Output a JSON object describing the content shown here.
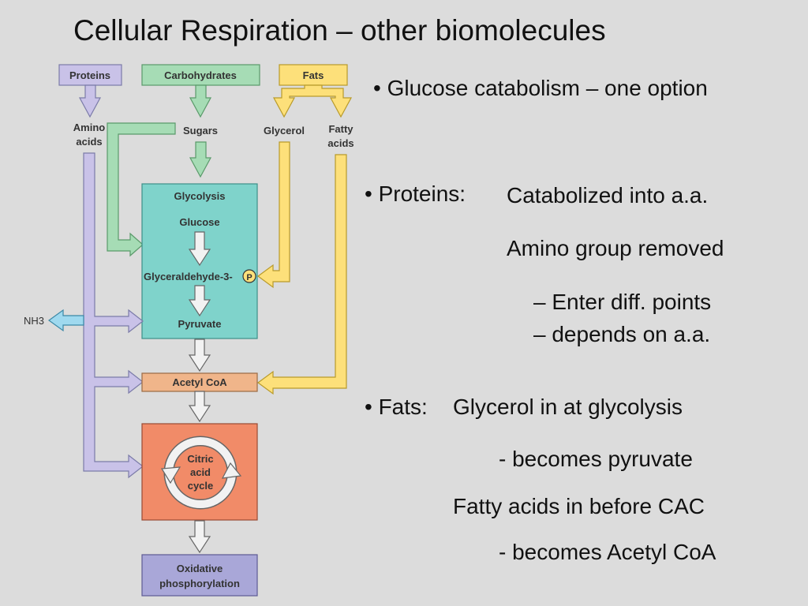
{
  "title": "Cellular Respiration – other biomolecules",
  "diagram": {
    "sources": {
      "proteins": "Proteins",
      "carbohydrates": "Carbohydrates",
      "fats": "Fats"
    },
    "intermediates": {
      "amino_acids_line1": "Amino",
      "amino_acids_line2": "acids",
      "sugars": "Sugars",
      "glycerol": "Glycerol",
      "fatty_acids_line1": "Fatty",
      "fatty_acids_line2": "acids",
      "nh3": "NH3"
    },
    "glycolysis_box": {
      "heading": "Glycolysis",
      "glucose": "Glucose",
      "g3p": "Glyceraldehyde-3-",
      "phosphate": "P",
      "pyruvate": "Pyruvate"
    },
    "acetyl_coa": "Acetyl CoA",
    "citric_acid_cycle": [
      "Citric",
      "acid",
      "cycle"
    ],
    "oxidative_phosphorylation": [
      "Oxidative",
      "phosphorylation"
    ],
    "colors": {
      "protein": "#c9c2e8",
      "carbohydrate": "#a6dcb5",
      "fat": "#fde07a",
      "glycolysis": "#7fd3cb",
      "acetyl": "#f0b58a",
      "cac": "#f18b68",
      "oxphos": "#a9a7d8",
      "nh3": "#9fd9ef",
      "pathway": "#f2f2f2"
    }
  },
  "bullets": {
    "glucose": "• Glucose catabolism – one option",
    "proteins_label": "• Proteins:",
    "proteins_1": "Catabolized into a.a.",
    "proteins_2": "Amino group removed",
    "proteins_3": "– Enter diff. points",
    "proteins_4": "– depends on a.a.",
    "fats_label": "• Fats:",
    "fats_1": "Glycerol in at glycolysis",
    "fats_2": "- becomes pyruvate",
    "fats_3": "Fatty acids in before CAC",
    "fats_4": "- becomes Acetyl CoA"
  }
}
